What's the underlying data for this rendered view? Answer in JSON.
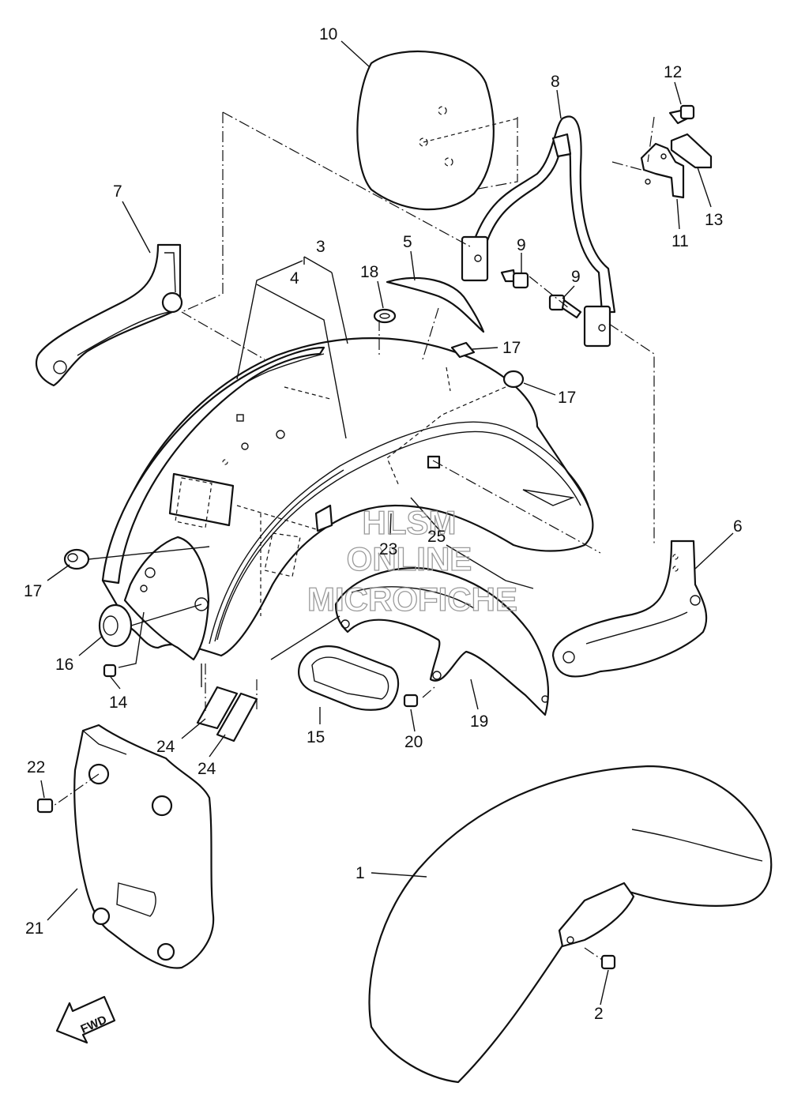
{
  "watermark": {
    "line1": "HLSM",
    "line2": "ONLINE",
    "line3": "MICROFICHE"
  },
  "fwd_label": "FWD",
  "callouts": [
    {
      "id": "c1",
      "label": "1"
    },
    {
      "id": "c2",
      "label": "2"
    },
    {
      "id": "c3",
      "label": "3"
    },
    {
      "id": "c4",
      "label": "4"
    },
    {
      "id": "c5",
      "label": "5"
    },
    {
      "id": "c6",
      "label": "6"
    },
    {
      "id": "c7",
      "label": "7"
    },
    {
      "id": "c8",
      "label": "8"
    },
    {
      "id": "c9a",
      "label": "9"
    },
    {
      "id": "c9b",
      "label": "9"
    },
    {
      "id": "c10",
      "label": "10"
    },
    {
      "id": "c11",
      "label": "11"
    },
    {
      "id": "c12",
      "label": "12"
    },
    {
      "id": "c13",
      "label": "13"
    },
    {
      "id": "c14",
      "label": "14"
    },
    {
      "id": "c15",
      "label": "15"
    },
    {
      "id": "c16",
      "label": "16"
    },
    {
      "id": "c17a",
      "label": "17"
    },
    {
      "id": "c17b",
      "label": "17"
    },
    {
      "id": "c17c",
      "label": "17"
    },
    {
      "id": "c18",
      "label": "18"
    },
    {
      "id": "c19",
      "label": "19"
    },
    {
      "id": "c20",
      "label": "20"
    },
    {
      "id": "c21",
      "label": "21"
    },
    {
      "id": "c22",
      "label": "22"
    },
    {
      "id": "c23",
      "label": "23"
    },
    {
      "id": "c24a",
      "label": "24"
    },
    {
      "id": "c24b",
      "label": "24"
    },
    {
      "id": "c25",
      "label": "25"
    }
  ]
}
